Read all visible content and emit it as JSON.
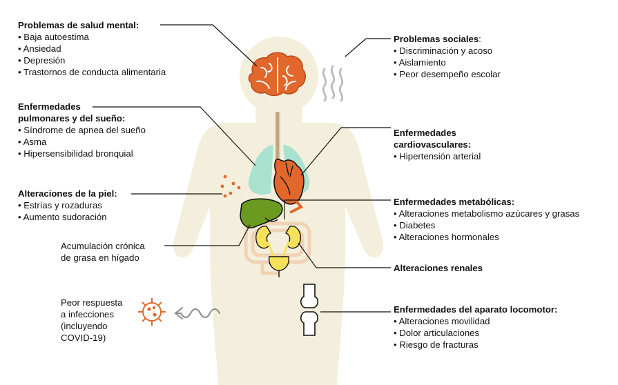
{
  "colors": {
    "body": "#f4efdc",
    "brain": "#e2672d",
    "lungs": "#a9e3d0",
    "heart": "#e2672d",
    "liver": "#6a9b1e",
    "kidney": "#f6e15a",
    "intestine": "#f0d2b5",
    "icon_line": "#111111",
    "virus": "#e2672d"
  },
  "blocks": {
    "mental": {
      "title": "Problemas de salud mental:",
      "items": [
        "Baja autoestima",
        "Ansiedad",
        "Depresión",
        "Trastornos de conducta alimentaria"
      ]
    },
    "social": {
      "title": "Problemas sociales",
      "title_suffix": ":",
      "items": [
        "Discriminación y acoso",
        "Aislamiento",
        "Peor desempeño escolar"
      ]
    },
    "pulmonary": {
      "title_line1": "Enfermedades",
      "title_line2": "pulmonares y del sueño:",
      "items": [
        "Síndrome de apnea del sueño",
        "Asma",
        "Hipersensibilidad bronquial"
      ]
    },
    "cardio": {
      "title_line1": "Enfermedades",
      "title_line2": "cardiovasculares:",
      "items": [
        "Hipertensión arterial"
      ]
    },
    "skin": {
      "title": "Alteraciones de la piel:",
      "items": [
        "Estrías y rozaduras",
        "Aumento sudoración"
      ]
    },
    "metabolic": {
      "title": "Enfermedades metabólicas:",
      "items": [
        "Alteraciones metabolismo azúcares y grasas",
        "Diabetes",
        "Alteraciones hormonales"
      ]
    },
    "liver_fat": {
      "line1": "Acumulación crónica",
      "line2": "de grasa en hígado"
    },
    "renal": {
      "title": "Alteraciones renales"
    },
    "infection": {
      "line1": "Peor respuesta",
      "line2": "a infecciones",
      "line3": "(incluyendo",
      "line4": "COVID-19)"
    },
    "locomotor": {
      "title": "Enfermedades del aparato locomotor:",
      "items": [
        "Alteraciones movilidad",
        "Dolor articulaciones",
        "Riesgo de fracturas"
      ]
    }
  },
  "icons": [
    "brain-icon",
    "lungs-icon",
    "heart-icon",
    "liver-icon",
    "kidneys-icon",
    "intestine-icon",
    "bone-joint-icon",
    "virus-icon",
    "heat-wave-icon",
    "skin-dots-icon",
    "wavy-arrow-icon"
  ]
}
